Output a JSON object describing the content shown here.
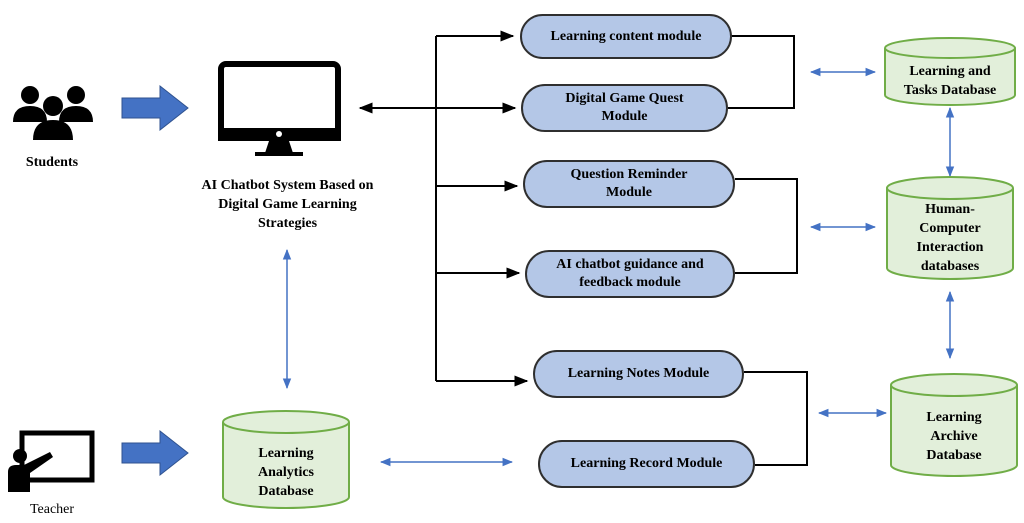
{
  "actors": {
    "students": "Students",
    "teacher": "Teacher"
  },
  "system": {
    "title": "AI Chatbot System Based on\nDigital Game Learning\nStrategies"
  },
  "modules": [
    {
      "id": "learning-content",
      "label": "Learning content module"
    },
    {
      "id": "digital-game-quest",
      "label": "Digital Game Quest\nModule"
    },
    {
      "id": "question-reminder",
      "label": "Question Reminder\nModule"
    },
    {
      "id": "ai-chatbot-guidance",
      "label": "AI chatbot guidance and\nfeedback module"
    },
    {
      "id": "learning-notes",
      "label": "Learning Notes Module"
    },
    {
      "id": "learning-record",
      "label": "Learning Record Module"
    }
  ],
  "databases": [
    {
      "id": "learning-tasks",
      "label": "Learning and\nTasks Database"
    },
    {
      "id": "hci",
      "label": "Human-\nComputer\nInteraction\ndatabases"
    },
    {
      "id": "learning-archive",
      "label": "Learning\nArchive\nDatabase"
    },
    {
      "id": "learning-analytics",
      "label": "Learning\nAnalytics\nDatabase"
    }
  ],
  "colors": {
    "module_fill": "#b4c7e7",
    "db_fill": "#e2efda",
    "db_stroke": "#70ad47",
    "arrow_blue": "#4472c4",
    "arrow_black": "#000000",
    "big_arrow": "#4472c4"
  },
  "icons": {
    "students": "students-group-icon",
    "teacher": "teacher-board-icon",
    "system": "monitor-icon"
  }
}
